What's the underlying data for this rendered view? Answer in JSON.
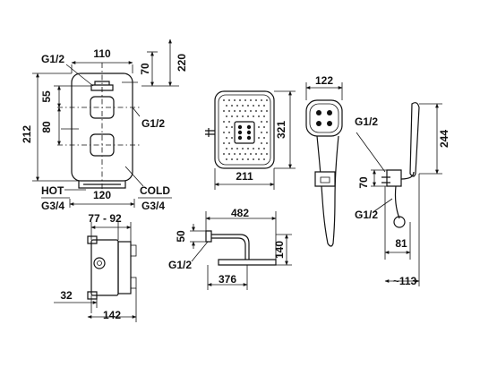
{
  "labels": {
    "valve_width": "110",
    "valve_depth_70": "70",
    "valve_depth_220": "220",
    "thread_top_left": "G1/2",
    "dim_55": "55",
    "dim_80": "80",
    "dim_212": "212",
    "thread_right": "G1/2",
    "hot_label": "HOT",
    "cold_label": "COLD",
    "hot_thread": "G3/4",
    "cold_thread": "G3/4",
    "base_width": "120",
    "box_range": "77 - 92",
    "box_offset": "32",
    "box_width": "142",
    "head_width": "211",
    "head_height": "321",
    "hand_width": "122",
    "hand_thread_top": "G1/2",
    "hand_thread_bottom": "G1/2",
    "hand_length": "244",
    "holder_dim": "70",
    "holder_81": "81",
    "holder_113": "~113",
    "arm_length": "482",
    "arm_50": "50",
    "arm_140": "140",
    "arm_thread": "G1/2",
    "arm_376": "376"
  }
}
